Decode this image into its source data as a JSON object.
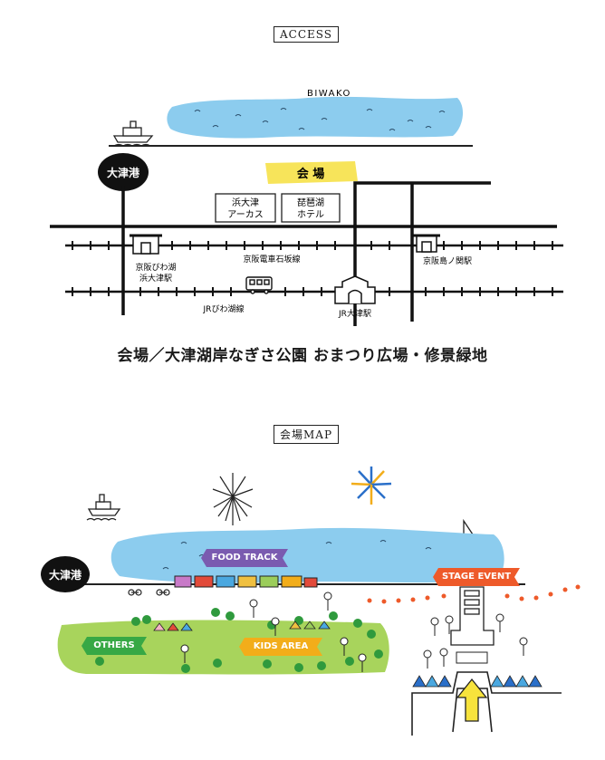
{
  "access": {
    "section_label": "ACCESS",
    "lake_label": "BIWAKO",
    "port_label": "大津港",
    "venue_marker": "会 場",
    "building_1": [
      "浜大津",
      "アーカス"
    ],
    "building_2": [
      "琵琶湖",
      "ホテル"
    ],
    "station_keihan_biwako": [
      "京阪びわ湖",
      "浜大津駅"
    ],
    "line_keihan_ishiyama": "京阪電車石坂線",
    "station_shimanoseki": "京阪島ノ関駅",
    "line_jr_biwako": "JRびわ湖線",
    "station_jr_otsu": "JR大津駅",
    "venue_caption": "会場／大津湖岸なぎさ公園 おまつり広場・修景緑地"
  },
  "map": {
    "section_label": "会場MAP",
    "port_label": "大津港",
    "areas": {
      "food_track": "FOOD TRACK",
      "stage_event": "STAGE EVENT",
      "others": "OTHERS",
      "kids_area": "KIDS AREA"
    },
    "colors": {
      "food_track": "#7a5bb0",
      "stage_event": "#ee5a2a",
      "others": "#37a845",
      "kids_area": "#f2ad1a",
      "lake": "#8cccee",
      "park": "#a8d45c",
      "venue_highlight": "#f7e45a",
      "entrance_arrow": "#f7e33c"
    }
  }
}
